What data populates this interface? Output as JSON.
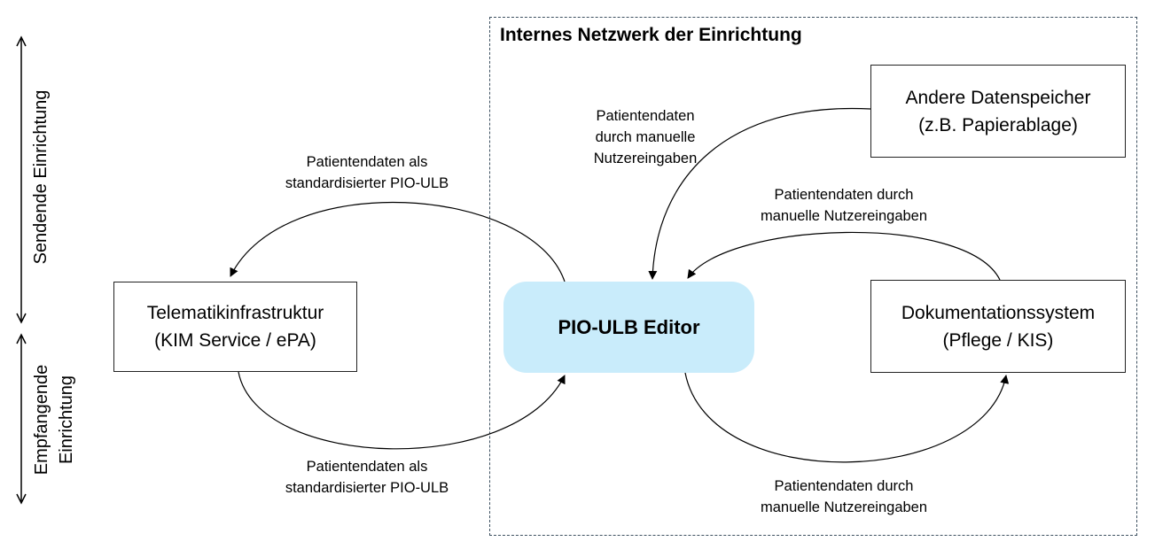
{
  "network": {
    "title": "Internes Netzwerk der Einrichtung"
  },
  "nodes": {
    "telematik": {
      "line1": "Telematikinfrastruktur",
      "line2": "(KIM Service / ePA)"
    },
    "editor": {
      "label": "PIO-ULB Editor",
      "fill": "#c9ecfb"
    },
    "andere": {
      "line1": "Andere Datenspeicher",
      "line2": "(z.B. Papierablage)"
    },
    "doku": {
      "line1": "Dokumentationssystem",
      "line2": "(Pflege / KIS)"
    }
  },
  "edges": {
    "editor_to_telematik": {
      "line1": "Patientendaten als",
      "line2": "standardisierter PIO-ULB"
    },
    "telematik_to_editor": {
      "line1": "Patientendaten als",
      "line2": "standardisierter PIO-ULB"
    },
    "andere_to_editor": {
      "line1": "Patientendaten",
      "line2": "durch manuelle",
      "line3": "Nutzereingaben"
    },
    "doku_to_editor": {
      "line1": "Patientendaten durch",
      "line2": "manuelle Nutzereingaben"
    },
    "editor_to_doku": {
      "line1": "Patientendaten durch",
      "line2": "manuelle Nutzereingaben"
    }
  },
  "side_labels": {
    "sending": "Sendende Einrichtung",
    "receiving_line1": "Empfangende",
    "receiving_line2": "Einrichtung"
  }
}
